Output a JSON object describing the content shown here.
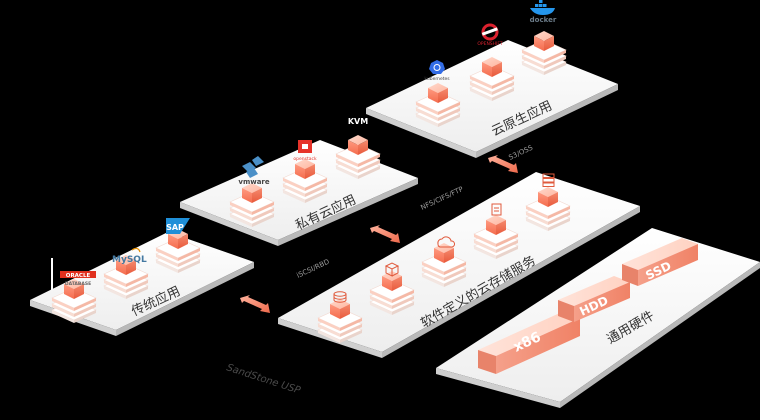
{
  "platforms": {
    "traditional": "传统应用",
    "private_cloud": "私有云应用",
    "cloud_native": "云原生应用",
    "storage_service": "软件定义的云存储服务",
    "hardware": "通用硬件"
  },
  "protocols": {
    "iscsi": "iSCSI/RBD",
    "nfs": "NFS/CIFS/FTP",
    "s3": "S3/OSS"
  },
  "logos": {
    "oracle": "ORACLE",
    "oracle_sub": "DATABASE",
    "mysql": "MySQL",
    "sap": "SAP",
    "vmware": "vmware",
    "openstack": "openstack",
    "kvm": "KVM",
    "kubernetes": "kubernetes",
    "openshift": "OPENSHIFT",
    "docker": "docker"
  },
  "hardware": {
    "x86": "x86",
    "hdd": "HDD",
    "ssd": "SSD"
  },
  "watermark": "SandStone USP",
  "colors": {
    "accent": "#f07a5e",
    "accent_light": "#fbd3c6",
    "platform": "#ffffff",
    "background": "#000000"
  }
}
